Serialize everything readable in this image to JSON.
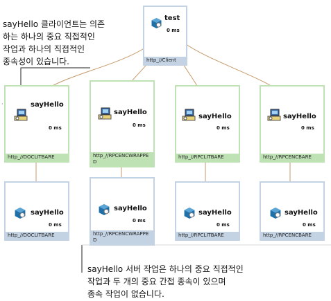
{
  "annotations": {
    "top_note": "sayHello 클라이언트는 의존\n하는 하나의 중요 직접적인\n작업과 하나의 직접적인\n종속성이 있습니다.",
    "bottom_note": "sayHello 서버 작업은 하나의 중요 직접적인\n작업과 두 개의 중요 간접 종속이 있으며\n종속 작업이 없습니다."
  },
  "colors": {
    "green_border": "#bfe2b4",
    "blue_border": "#c3d3e4",
    "arrow": "#c69a6b"
  },
  "root": {
    "title": "test",
    "time": "0 ms",
    "footer": "http_//Client",
    "icon": "cube-gear-icon"
  },
  "clients": [
    {
      "title": "sayHello",
      "time": "0 ms",
      "footer": "http_//DOCLITBARE",
      "icon": "computer-gear-icon"
    },
    {
      "title": "sayHello",
      "time": "0 ms",
      "footer": "http_//RPCENCWRAPPED",
      "icon": "computer-gear-icon"
    },
    {
      "title": "sayHello",
      "time": "0 ms",
      "footer": "http_//RPCLITBARE",
      "icon": "computer-gear-icon"
    },
    {
      "title": "sayHello",
      "time": "0 ms",
      "footer": "http_//RPCENCBARE",
      "icon": "computer-gear-icon"
    }
  ],
  "servers": [
    {
      "title": "sayHello",
      "time": "0 ms",
      "footer": "http_//DOCLITBARE",
      "icon": "cube-gear-icon"
    },
    {
      "title": "sayHello",
      "time": "0 ms",
      "footer": "http_//RPCENCWRAPPED",
      "icon": "cube-gear-icon"
    },
    {
      "title": "sayHello",
      "time": "0 ms",
      "footer": "http_//RPCLITBARE",
      "icon": "cube-gear-icon"
    },
    {
      "title": "sayHello",
      "time": "0 ms",
      "footer": "http_//RPCENCBARE",
      "icon": "cube-gear-icon"
    }
  ]
}
